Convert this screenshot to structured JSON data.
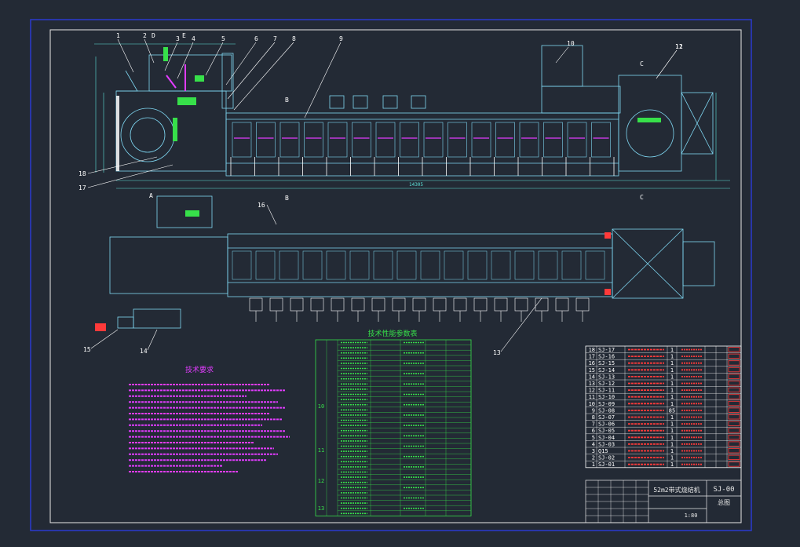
{
  "colors": {
    "background": "#232a35",
    "frame": "#e8e8e8",
    "outer_frame": "#2b3ad0",
    "machine": "#7fd7f2",
    "dimension": "#5ee3d9",
    "green": "#37e04a",
    "magenta": "#e23cff",
    "white": "#ffffff",
    "red": "#ff3a3a"
  },
  "callouts_top": [
    "1",
    "2",
    "3",
    "4",
    "5",
    "6",
    "7",
    "8",
    "9",
    "10",
    "11",
    "12"
  ],
  "callouts_left": [
    "18",
    "17",
    "16"
  ],
  "callout_d": "D",
  "callout_e": "E",
  "section_a": "A",
  "section_b": "B",
  "section_c": "C",
  "callouts_plan": [
    "16",
    "15",
    "14",
    "13"
  ],
  "tech_requirements_title": "技术要求",
  "params_table_title": "技术性能参数表",
  "params_group_numbers": [
    "10",
    "11",
    "12",
    "13"
  ],
  "dimension_total": "14305",
  "bom_items": [
    {
      "no": "18",
      "code": "SJ-17",
      "qty": "1"
    },
    {
      "no": "17",
      "code": "SJ-16",
      "qty": "1"
    },
    {
      "no": "16",
      "code": "SJ-15",
      "qty": "1"
    },
    {
      "no": "15",
      "code": "SJ-14",
      "qty": "1"
    },
    {
      "no": "14",
      "code": "SJ-13",
      "qty": "1"
    },
    {
      "no": "13",
      "code": "SJ-12",
      "qty": "1"
    },
    {
      "no": "12",
      "code": "SJ-11",
      "qty": "1"
    },
    {
      "no": "11",
      "code": "SJ-10",
      "qty": "1"
    },
    {
      "no": "10",
      "code": "SJ-09",
      "qty": "1"
    },
    {
      "no": "9",
      "code": "SJ-08",
      "qty": "85"
    },
    {
      "no": "8",
      "code": "SJ-07",
      "qty": "1"
    },
    {
      "no": "7",
      "code": "SJ-06",
      "qty": "1"
    },
    {
      "no": "6",
      "code": "SJ-05",
      "qty": "1"
    },
    {
      "no": "5",
      "code": "SJ-04",
      "qty": "1"
    },
    {
      "no": "4",
      "code": "SJ-03",
      "qty": "1"
    },
    {
      "no": "3",
      "code": "Q15",
      "qty": "1"
    },
    {
      "no": "2",
      "code": "SJ-02",
      "qty": "1"
    },
    {
      "no": "1",
      "code": "SJ-01",
      "qty": "1"
    }
  ],
  "title_block": {
    "drawing_name": "52m2带式烧结机",
    "drawing_number": "SJ-00",
    "material": "总图",
    "scale": "1:80"
  }
}
